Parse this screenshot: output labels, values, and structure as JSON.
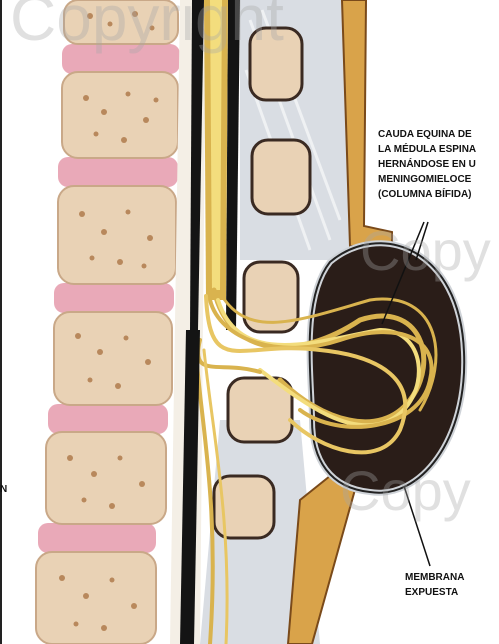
{
  "watermark": {
    "top": "Copyright",
    "middle": "Copy",
    "lower": "Copy"
  },
  "labels": {
    "cauda_lines": [
      "CAUDA EQUINA DE",
      "LA MÉDULA ESPINA",
      "HERNÁNDOSE EN U",
      "MENINGOMIELOCE",
      "(COLUMNA BÍFIDA)"
    ],
    "membrane_lines": [
      "MEMBRANA",
      "EXPUESTA"
    ],
    "left_edge_char": "N"
  },
  "colors": {
    "bone": "#e9d2b5",
    "bone_spots": "#a8703f",
    "disc": "#e9a9b8",
    "nerve": "#d9b34e",
    "nerve_light": "#f3dd7d",
    "sac": "#2a1d18",
    "skin": "#d9a34a",
    "dark_band": "#141414"
  }
}
